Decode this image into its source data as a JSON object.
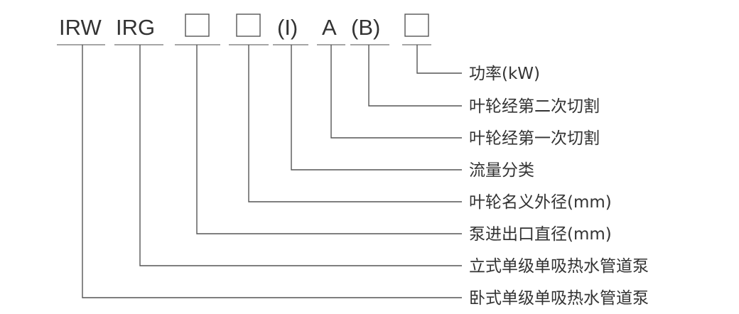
{
  "codes": {
    "irw": "IRW",
    "irg": "IRG",
    "flow_class": "(I)",
    "first_trim": "A",
    "second_trim": "(B)"
  },
  "labels": {
    "power": "功率(kW)",
    "second_trim": "叶轮经第二次切割",
    "first_trim": "叶轮经第一次切割",
    "flow_class": "流量分类",
    "impeller_diameter": "叶轮名义外径(mm)",
    "inlet_outlet_diameter": "泵进出口直径(mm)",
    "vertical_pump": "立式单级单吸热水管道泵",
    "horizontal_pump": "卧式单级单吸热水管道泵"
  },
  "colors": {
    "text": "#333333",
    "line": "#555555",
    "underline": "#888888",
    "background": "#ffffff"
  }
}
